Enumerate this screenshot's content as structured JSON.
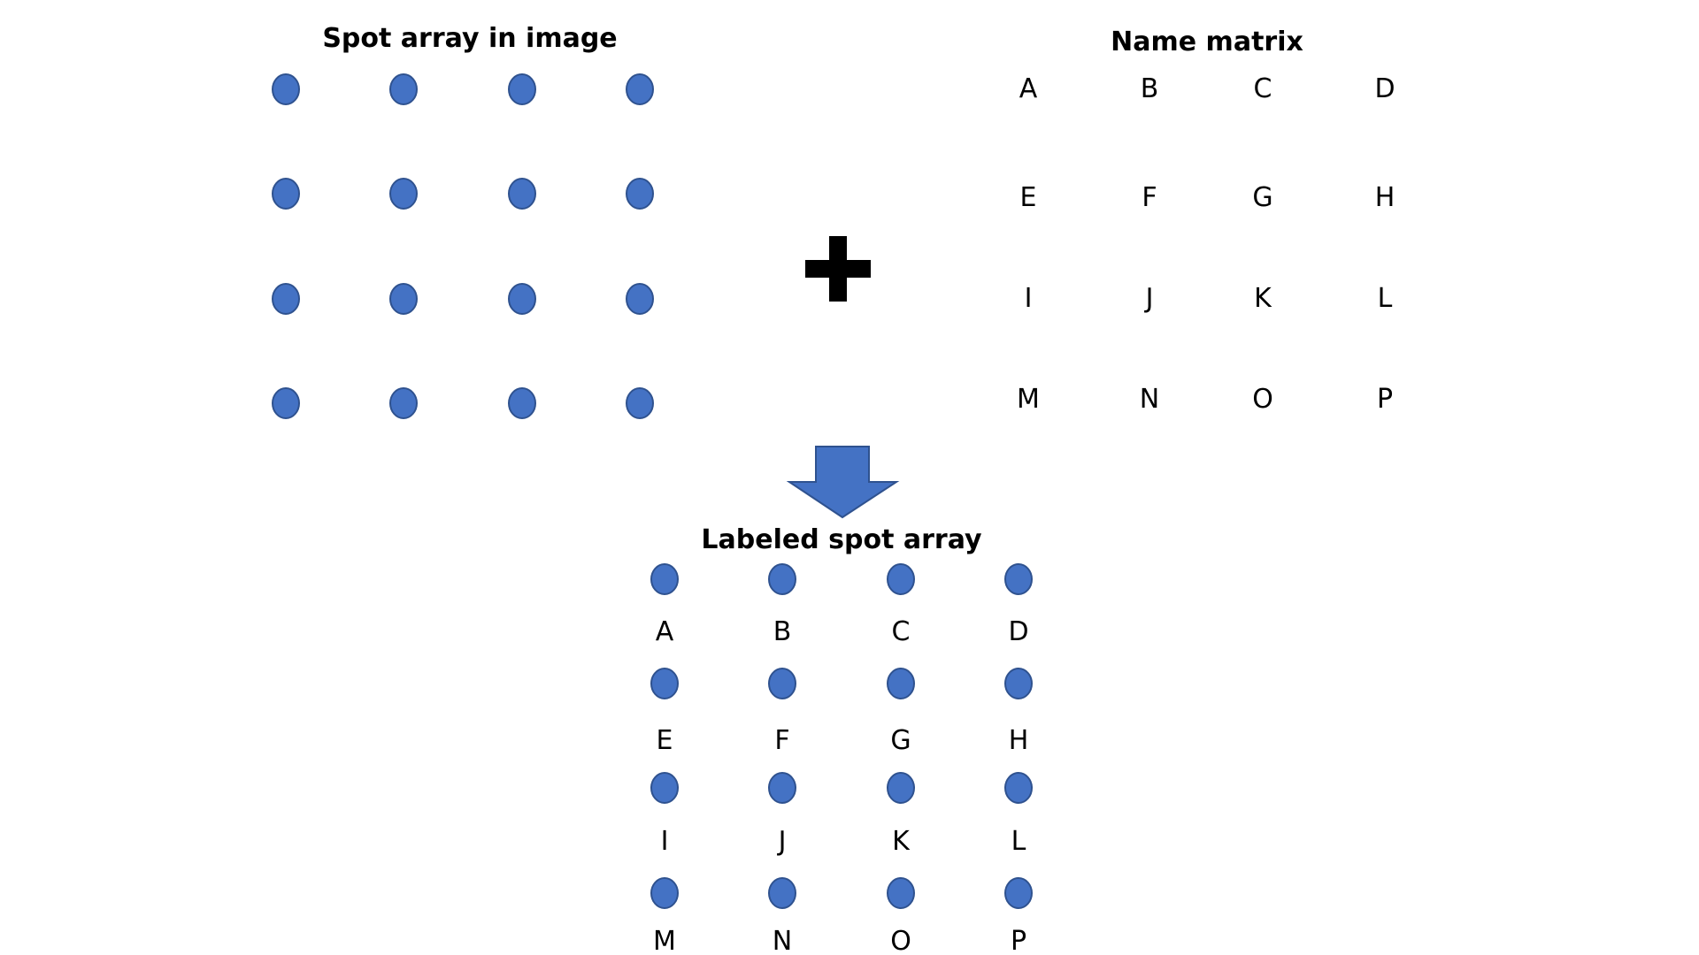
{
  "panels": {
    "spot_array": {
      "title": "Spot array in image"
    },
    "name_matrix": {
      "title": "Name matrix",
      "rows": [
        [
          "A",
          "B",
          "C",
          "D"
        ],
        [
          "E",
          "F",
          "G",
          "H"
        ],
        [
          "I",
          "J",
          "K",
          "L"
        ],
        [
          "M",
          "N",
          "O",
          "P"
        ]
      ]
    },
    "labeled_array": {
      "title": "Labeled spot array",
      "rows": [
        [
          "A",
          "B",
          "C",
          "D"
        ],
        [
          "E",
          "F",
          "G",
          "H"
        ],
        [
          "I",
          "J",
          "K",
          "L"
        ],
        [
          "M",
          "N",
          "O",
          "P"
        ]
      ]
    }
  },
  "symbols": {
    "combine": "plus-icon",
    "result": "arrow-down-icon"
  },
  "colors": {
    "spot_fill": "#4472C4",
    "spot_stroke": "#2F528F",
    "arrow_fill": "#4472C4",
    "arrow_stroke": "#2F528F",
    "text": "#000000"
  }
}
